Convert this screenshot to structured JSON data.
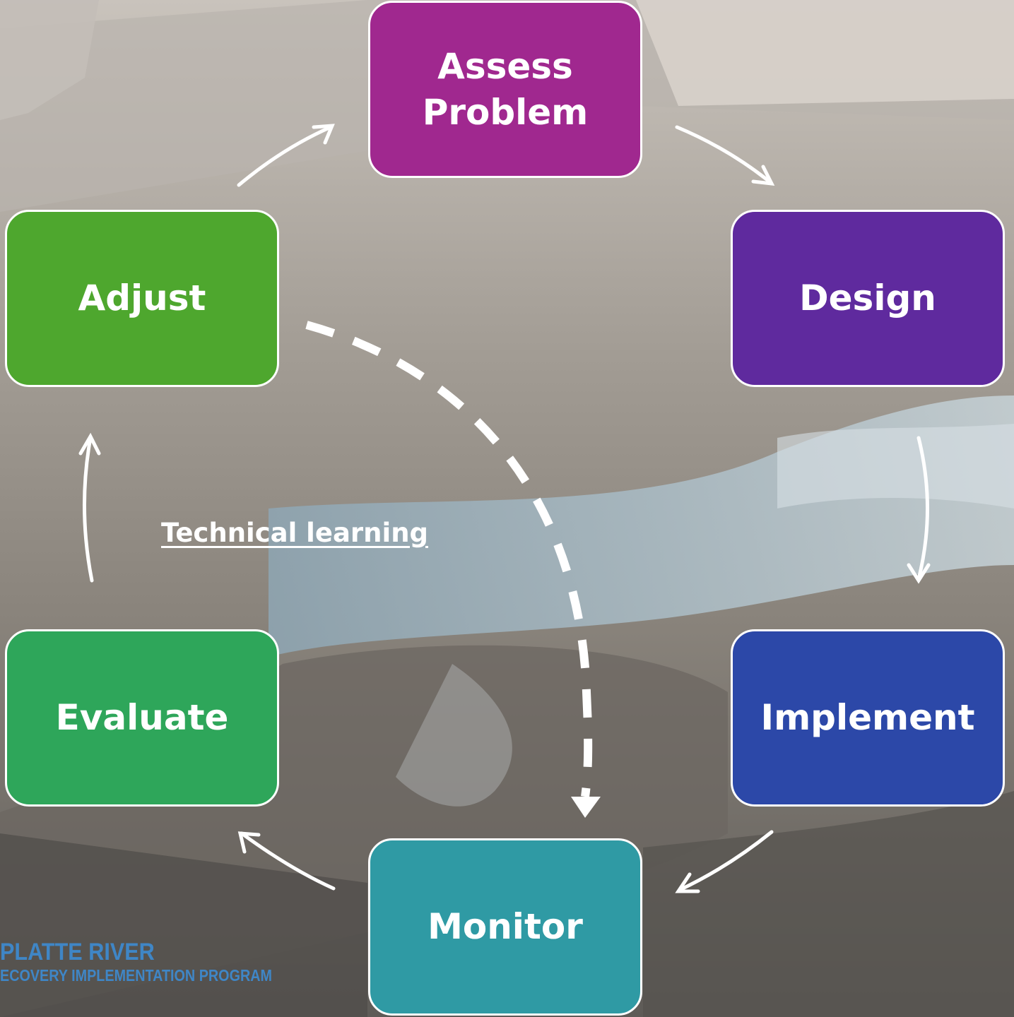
{
  "background": {
    "sky": "#b7b2ac",
    "land": "#8d857c",
    "river": "#8fa9b8",
    "dark_land": "#5d5a55"
  },
  "boxes": {
    "assess": {
      "label": "Assess\nProblem",
      "color": "#a0288f"
    },
    "design": {
      "label": "Design",
      "color": "#5f2a9e"
    },
    "implement": {
      "label": "Implement",
      "color": "#2c48a8"
    },
    "monitor": {
      "label": "Monitor",
      "color": "#2f9aa4"
    },
    "evaluate": {
      "label": "Evaluate",
      "color": "#2ea65a"
    },
    "adjust": {
      "label": "Adjust",
      "color": "#4ea72e"
    }
  },
  "loop_label": "Technical learning",
  "logo": {
    "line1": "PLATTE RIVER",
    "line2": "ECOVERY IMPLEMENTATION PROGRAM"
  }
}
